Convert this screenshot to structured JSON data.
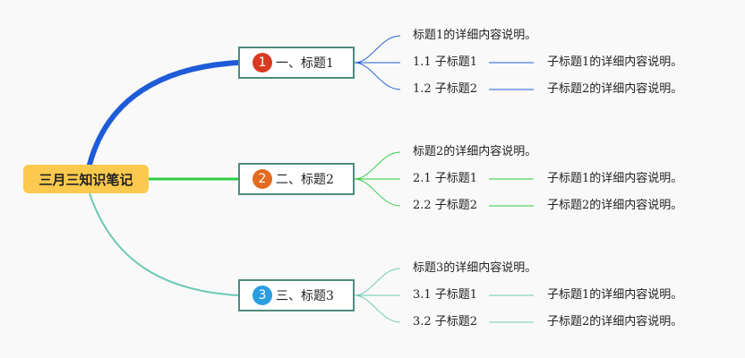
{
  "root": {
    "text": "三月三知识笔记"
  },
  "branches": [
    {
      "number": "1",
      "title": "一、标题1",
      "badge_color": "#d93a23",
      "line_color": "#1e5bd8",
      "description": "标题1的详细内容说明。",
      "subtopics": [
        {
          "title": "1.1 子标题1",
          "detail": "子标题1的详细内容说明。"
        },
        {
          "title": "1.2 子标题2",
          "detail": "子标题2的详细内容说明。"
        }
      ]
    },
    {
      "number": "2",
      "title": "二、标题2",
      "badge_color": "#e36a1f",
      "line_color": "#2ecc40",
      "description": "标题2的详细内容说明。",
      "subtopics": [
        {
          "title": "2.1 子标题1",
          "detail": "子标题1的详细内容说明。"
        },
        {
          "title": "2.2 子标题2",
          "detail": "子标题2的详细内容说明。"
        }
      ]
    },
    {
      "number": "3",
      "title": "三、标题3",
      "badge_color": "#2a9de0",
      "line_color": "#6cc9b3",
      "description": "标题3的详细内容说明。",
      "subtopics": [
        {
          "title": "3.1 子标题1",
          "detail": "子标题1的详细内容说明。"
        },
        {
          "title": "3.2 子标题2",
          "detail": "子标题2的详细内容说明。"
        }
      ]
    }
  ]
}
